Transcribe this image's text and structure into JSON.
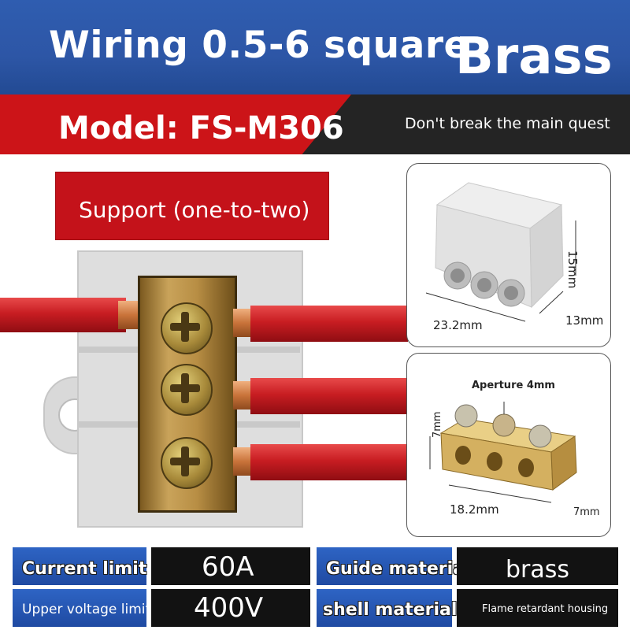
{
  "header": {
    "title": "Wiring 0.5-6 square",
    "material": "Brass"
  },
  "model_band": {
    "model": "Model: FS-M306",
    "tagline": "Don't break the main quest"
  },
  "support": {
    "label": "Support (one-to-two)"
  },
  "housing_card": {
    "height": "15mm",
    "length": "23.2mm",
    "depth": "13mm"
  },
  "core_card": {
    "aperture": "Aperture 4mm",
    "height": "7mm",
    "length": "18.2mm",
    "depth": "7mm"
  },
  "specs": {
    "current_label": "Current limit",
    "current_value": "60A",
    "guide_label": "Guide material",
    "guide_value": "brass",
    "voltage_label": "Upper voltage limit",
    "voltage_value": "400V",
    "shell_label": "shell material",
    "shell_value": "Flame retardant housing"
  },
  "colors": {
    "banner_blue": "#2d56a6",
    "accent_red": "#cc1418",
    "band_dark": "#242424",
    "wire_red": "#c81d22",
    "brass": "#b88e44"
  }
}
